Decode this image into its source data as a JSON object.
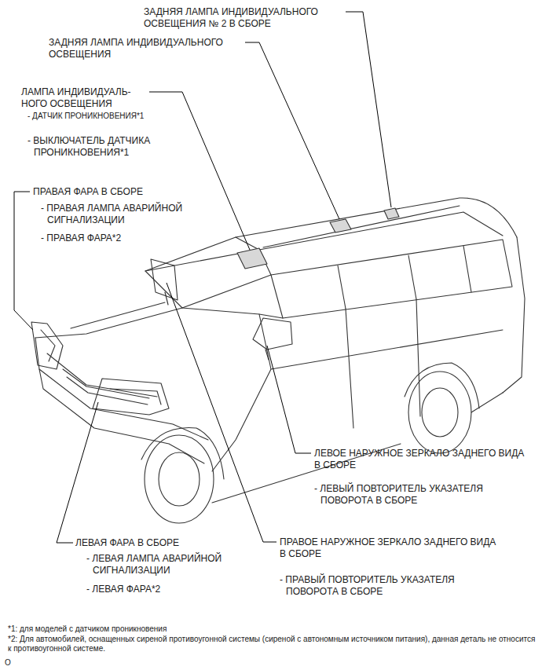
{
  "diagram": {
    "labels": [
      "ЗАДНЯЯ ЛАМПА ИНДИВИДУАЛЬНОГО ОСВЕЩЕНИЯ № 2 В СБОРЕ",
      "ЗАДНЯЯ ЛАМПА ИНДИВИДУАЛЬНОГО ОСВЕЩЕНИЯ",
      "ЛАМПА ИНДИВИДУАЛЬ- НОГО ОСВЕЩЕНИЯ",
      "- ДАТЧИК ПРОНИКНОВЕНИЯ*1",
      "- ВЫКЛЮЧАТЕЛЬ ДАТЧИКА ПРОНИКНОВЕНИЯ*1",
      "ПРАВАЯ ФАРА В СБОРЕ",
      "- ПРАВАЯ ЛАМПА АВАРИЙНОЙ СИГНАЛИЗАЦИИ",
      "- ПРАВАЯ ФАРА*2",
      "ЛЕВОЕ НАРУЖНОЕ ЗЕРКАЛО ЗАДНЕГО ВИДА В СБОРЕ",
      "- ЛЕВЫЙ ПОВТОРИТЕЛЬ УКАЗАТЕЛЯ ПОВОРОТА В СБОРЕ",
      "ЛЕВАЯ ФАРА В СБОРЕ",
      "- ЛЕВАЯ ЛАМПА АВАРИЙНОЙ СИГНАЛИЗАЦИИ",
      "- ЛЕВАЯ ФАРА*2",
      "ПРАВОЕ НАРУЖНОЕ ЗЕРКАЛО ЗАДНЕГО ВИДА В СБОРЕ",
      "- ПРАВЫЙ ПОВТОРИТЕЛЬ УКАЗАТЕЛЯ ПОВОРОТА В СБОРЕ",
      "*1: для моделей с датчиком проникновения",
      "*2: Для автомобилей, оснащенных сиреной противоугонной системы (сиреной с автономным источником питания), данная деталь не относится к противоугонной системе.",
      "O"
    ]
  }
}
